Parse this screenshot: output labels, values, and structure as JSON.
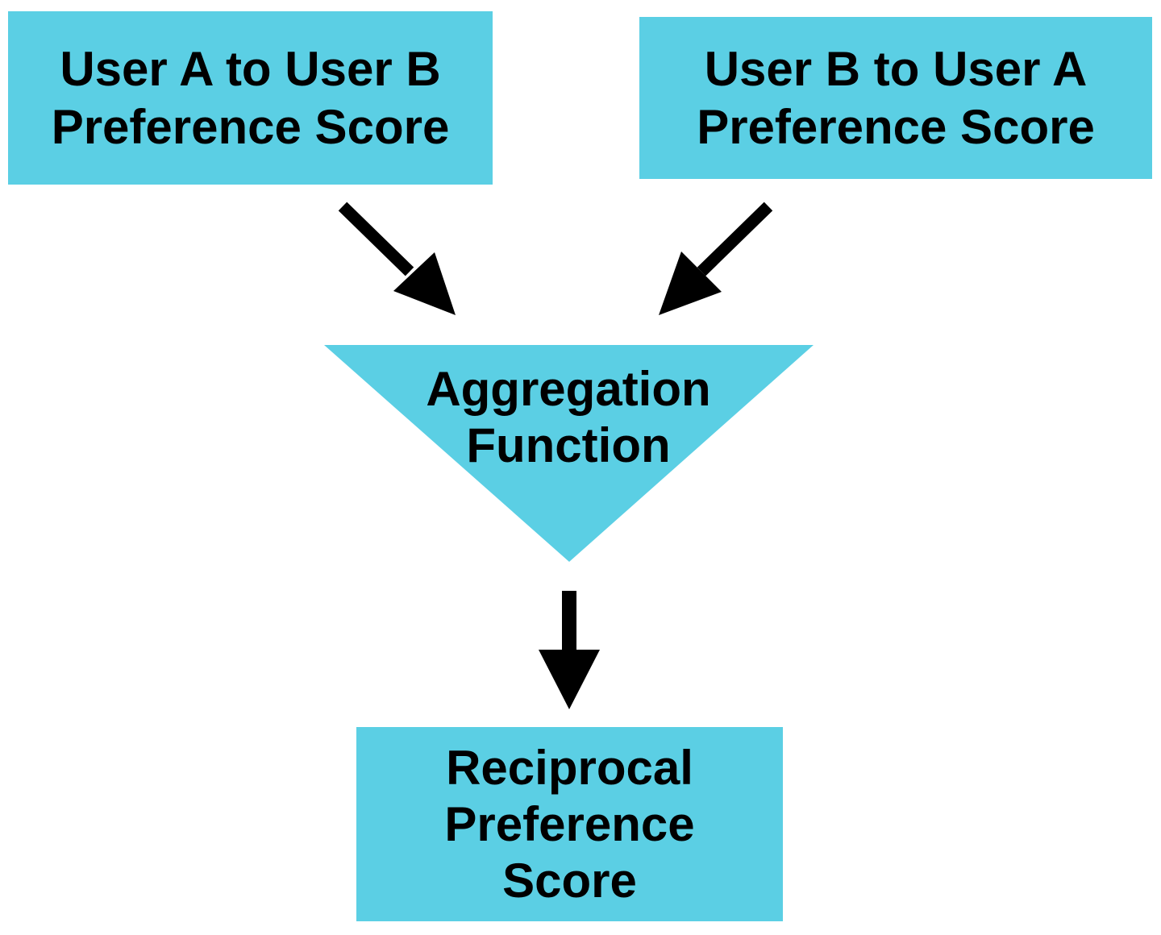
{
  "colors": {
    "node_fill": "#5bcfe4",
    "arrow": "#000000",
    "text": "#000000",
    "background": "#ffffff"
  },
  "nodes": {
    "a_to_b": {
      "line1": "User A to User B",
      "line2": "Preference Score"
    },
    "b_to_a": {
      "line1": "User B to User A",
      "line2": "Preference Score"
    },
    "aggregation": {
      "line1": "Aggregation",
      "line2": "Function"
    },
    "output": {
      "line1": "Reciprocal",
      "line2": "Preference",
      "line3": "Score"
    }
  },
  "edges": [
    {
      "from": "a_to_b",
      "to": "aggregation"
    },
    {
      "from": "b_to_a",
      "to": "aggregation"
    },
    {
      "from": "aggregation",
      "to": "output"
    }
  ]
}
